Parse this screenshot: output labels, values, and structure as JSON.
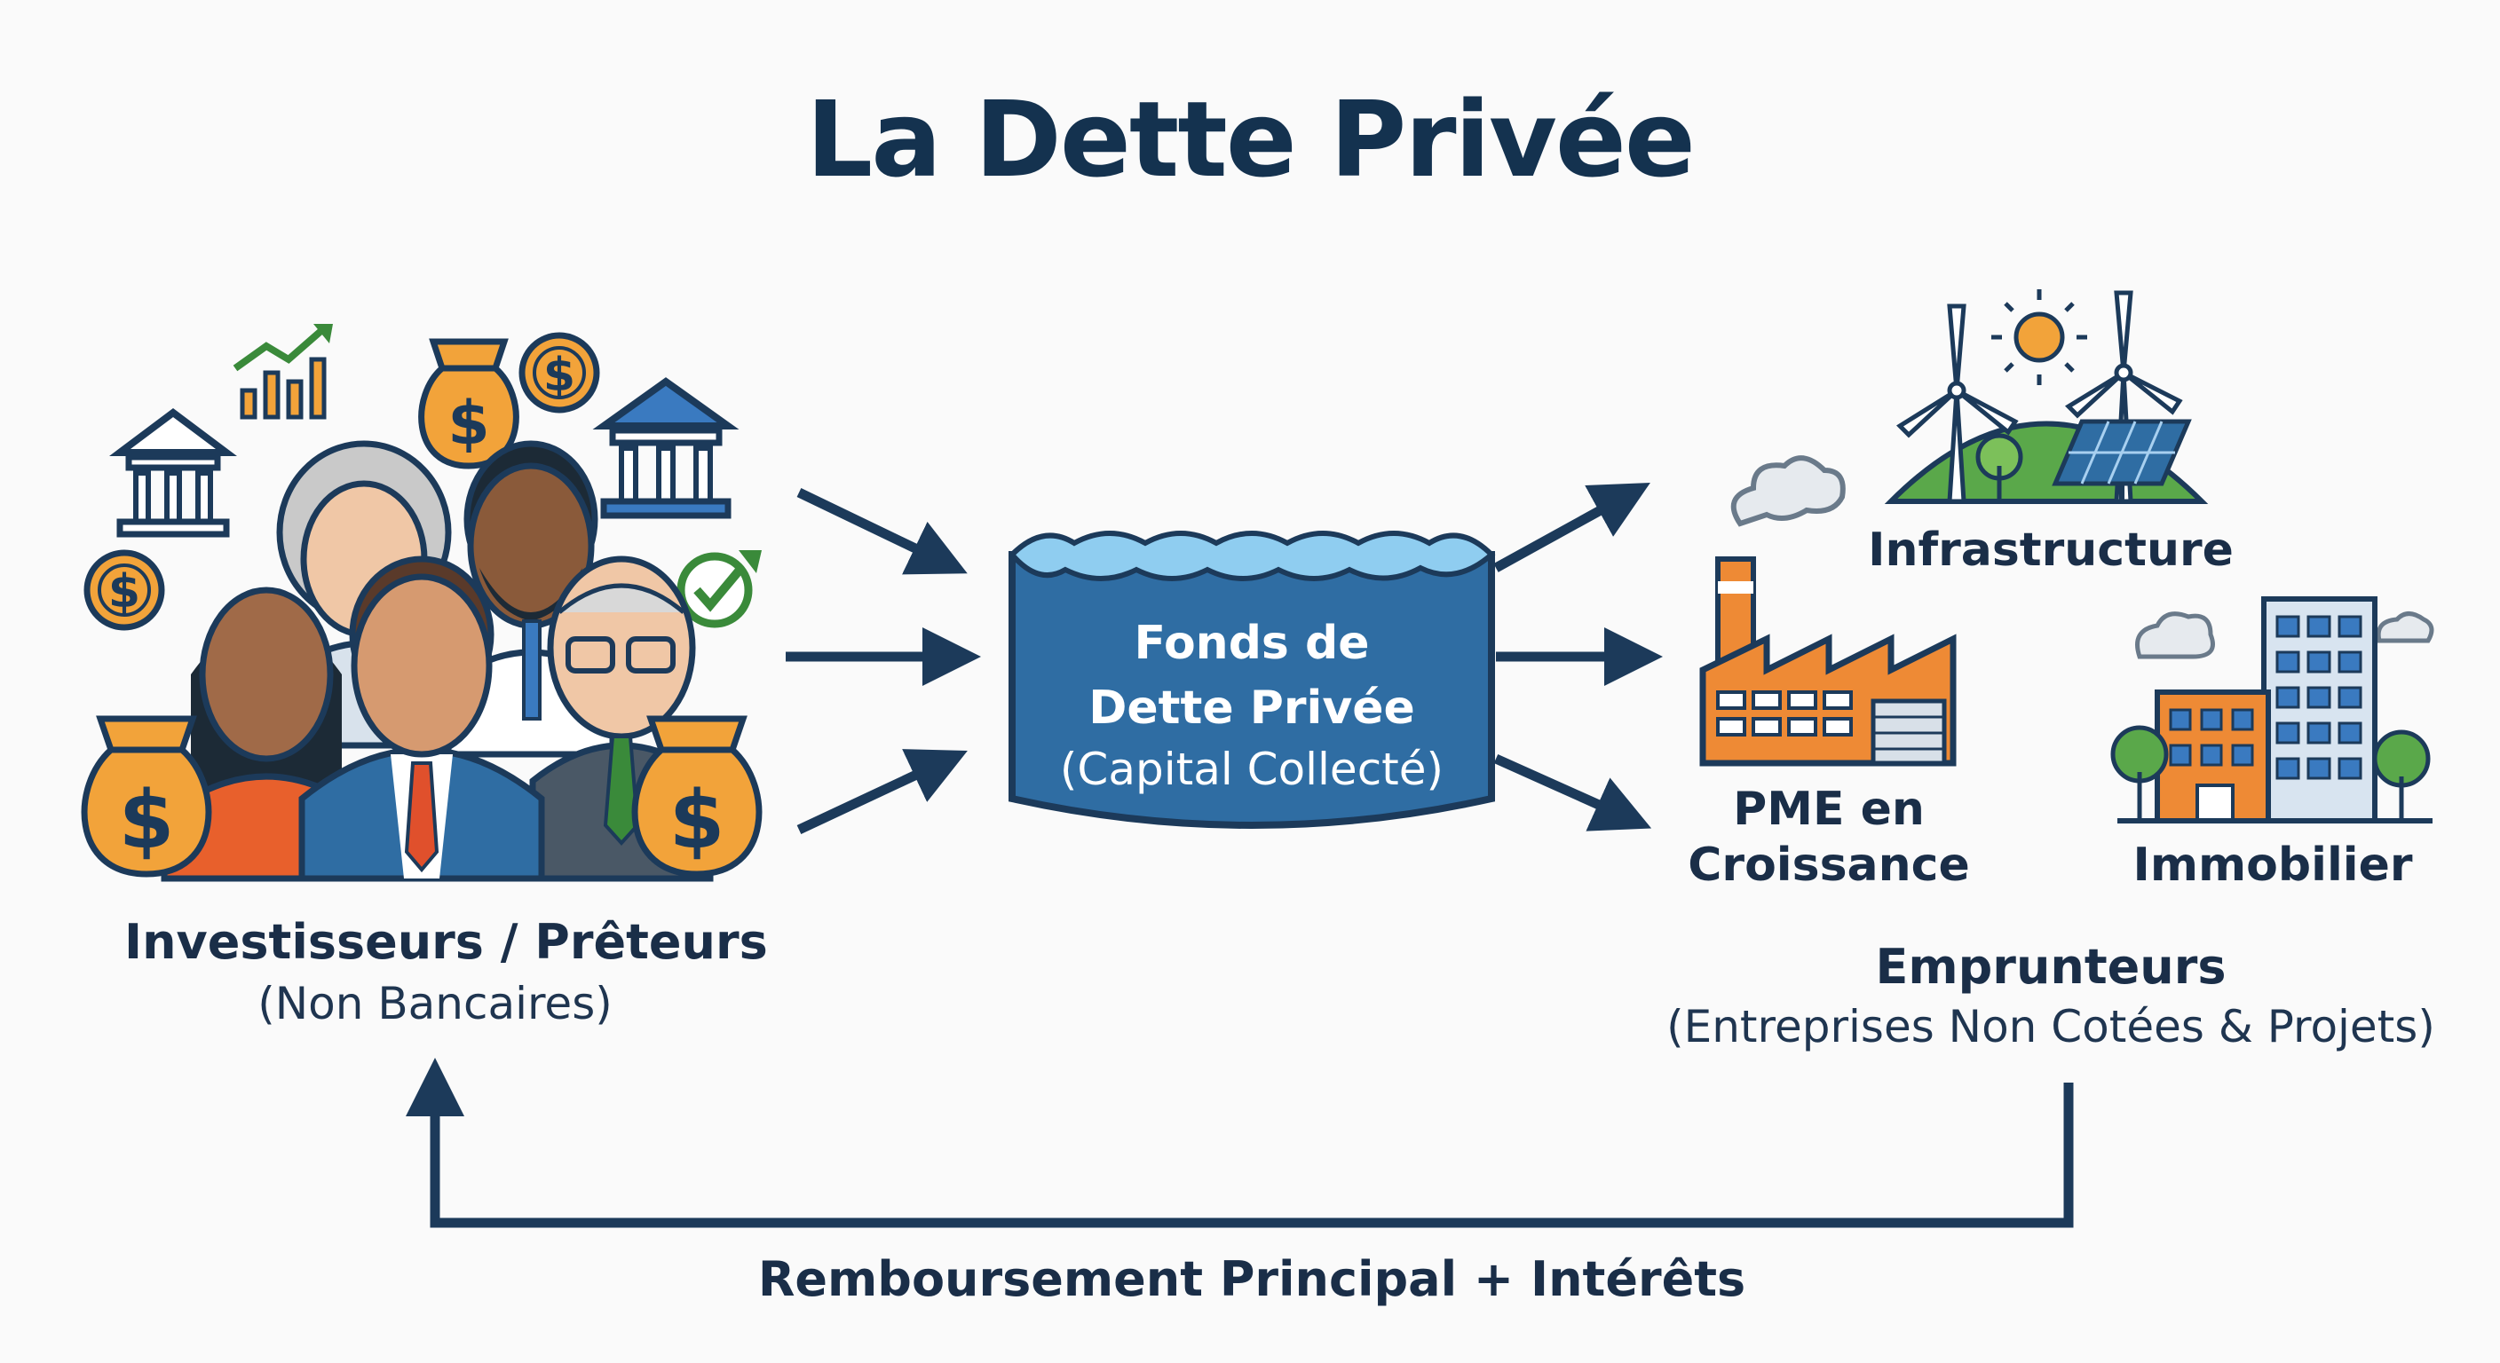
{
  "title": "La Dette Privée",
  "investors": {
    "label": "Investisseurs / Prêteurs",
    "sublabel": "(Non Bancaires)"
  },
  "fund": {
    "line1": "Fonds de",
    "line2": "Dette Privée",
    "line3": "(Capital Collecté)"
  },
  "borrowers": {
    "label": "Emprunteurs",
    "sublabel": "(Entreprises Non Cotées & Projets)",
    "categories": [
      "Infrastructure",
      "PME en",
      "Croissance",
      "Immobilier"
    ]
  },
  "repayment": {
    "label": "Remboursement Principal + Intérêts"
  },
  "colors": {
    "navy": "#1c3a5a",
    "fund_blue": "#2f6da3",
    "water": "#8fcdf0",
    "orange": "#ee8a35",
    "green": "#3a8a3a",
    "money_bag": "#f2a33a"
  }
}
